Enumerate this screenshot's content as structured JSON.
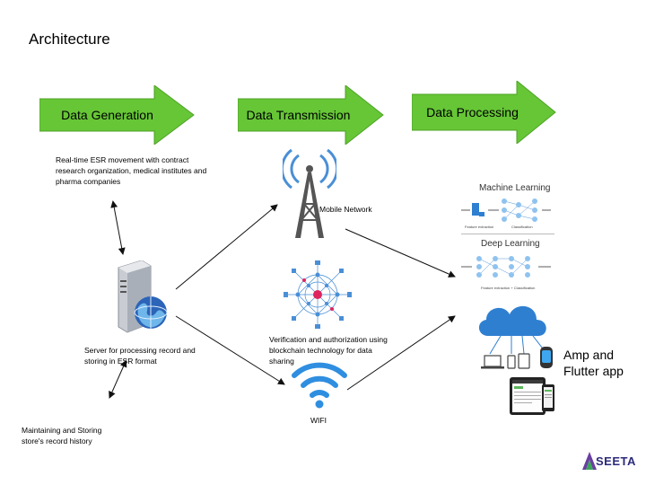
{
  "title": "Architecture",
  "stages": [
    {
      "label": "Data Generation"
    },
    {
      "label": "Data Transmission"
    },
    {
      "label": "Data Processing"
    }
  ],
  "notes": {
    "realtime": "Real-time ESR movement with  contract research organization, medical institutes and pharma companies",
    "server": "Server for processing  record and storing in ESR format",
    "maintain": "Maintaining and Storing store's record history",
    "mobile": "Mobile Network",
    "blockchain": "Verification and authorization using blockchain technology for data sharing",
    "wifi": "WIFI",
    "app": "Amp and Flutter app"
  },
  "panels": {
    "ml_title": "Machine Learning",
    "ml_fe": "Feature extraction",
    "ml_cl": "Classification",
    "dl_title": "Deep Learning",
    "dl_fecl": "Feature extraction + Classification"
  },
  "logo": {
    "text": "SEETA"
  },
  "colors": {
    "arrow": "#66c636",
    "arrow_dark": "#4ea326",
    "tower": "#4a8fd6",
    "cloud": "#2f7fd1",
    "node": "#e0245e"
  }
}
